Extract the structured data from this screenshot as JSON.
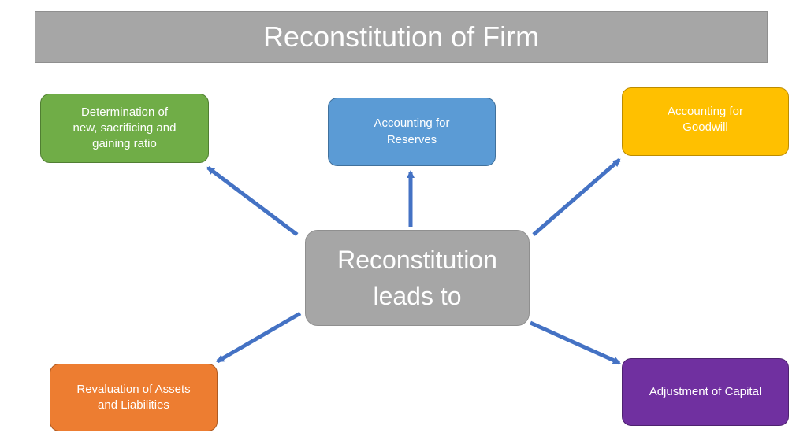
{
  "title": "Reconstitution of Firm",
  "center": {
    "label": "Reconstitution\nleads to"
  },
  "nodes": {
    "ratio": "Determination of\nnew, sacrificing and\ngaining ratio",
    "reserves": "Accounting for\nReserves",
    "goodwill": "Accounting for\nGoodwill",
    "revaluation": "Revaluation of Assets\nand Liabilities",
    "capital": "Adjustment of Capital"
  },
  "colors": {
    "title_bg": "#a6a6a6",
    "center_bg": "#a6a6a6",
    "ratio_bg": "#70ad47",
    "reserves_bg": "#5b9bd5",
    "goodwill_bg": "#ffc000",
    "revaluation_bg": "#ed7d31",
    "capital_bg": "#7030a0",
    "arrow": "#4472c4"
  }
}
